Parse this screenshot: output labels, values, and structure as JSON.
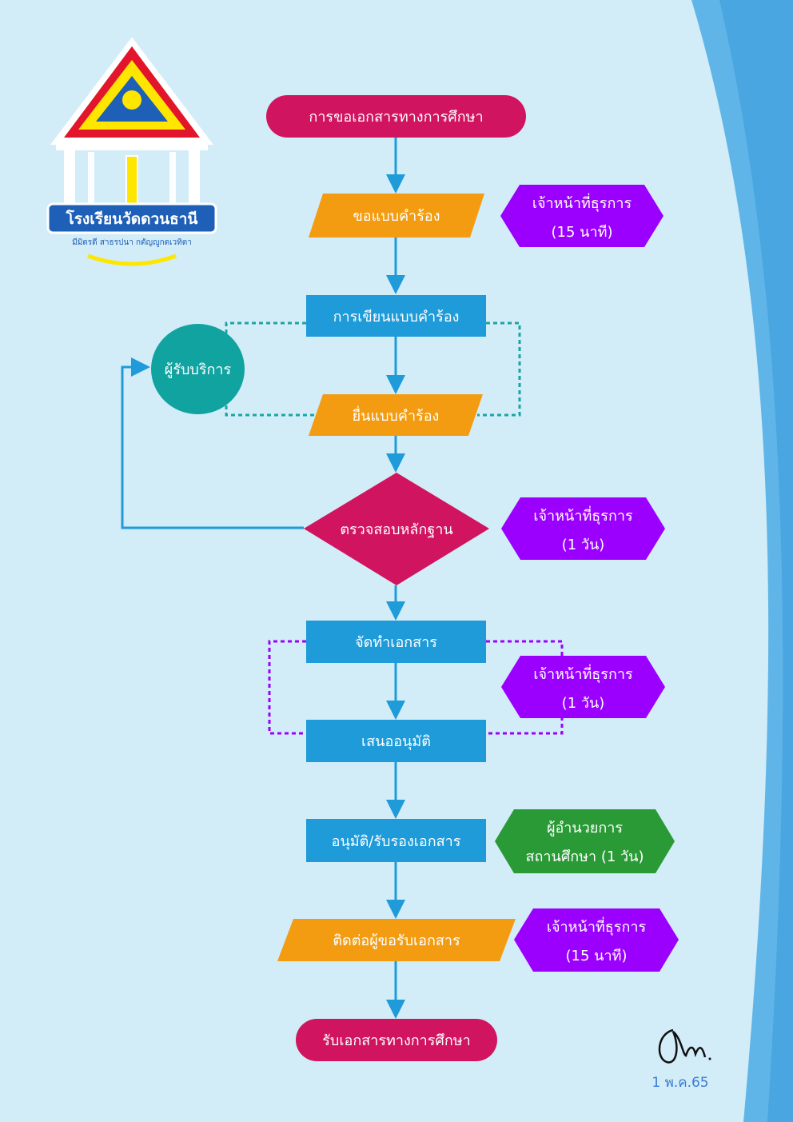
{
  "logo": {
    "name_th": "โรงเรียนวัดดวนธานี",
    "motto_th": "มีมิตรดี สาธรปนา กตัญญูกตเวทิตา"
  },
  "flow": {
    "start": "การขอเอกสารทางการศึกษา",
    "step1": "ขอแบบคำร้อง",
    "step2": "การเขียนแบบคำร้อง",
    "step3": "ยื่นแบบคำร้อง",
    "decision": "ตรวจสอบหลักฐาน",
    "step4": "จัดทำเอกสาร",
    "step5": "เสนออนุมัติ",
    "step6": "อนุมัติ/รับรองเอกสาร",
    "step7": "ติดต่อผู้ขอรับเอกสาร",
    "end": "รับเอกสารทางการศึกษา",
    "service_user": "ผู้รับบริการ"
  },
  "responsible": {
    "r1": {
      "line1": "เจ้าหน้าที่ธุรการ",
      "line2": "(15 นาที)"
    },
    "r2": {
      "line1": "เจ้าหน้าที่ธุรการ",
      "line2": "(1 วัน)"
    },
    "r3": {
      "line1": "เจ้าหน้าที่ธุรการ",
      "line2": "(1 วัน)"
    },
    "r4": {
      "line1": "ผู้อำนวยการ",
      "line2": "สถานศึกษา (1 วัน)"
    },
    "r5": {
      "line1": "เจ้าหน้าที่ธุรการ",
      "line2": "(15 นาที)"
    }
  },
  "signature": {
    "date": "1 พ.ค.65"
  },
  "colors": {
    "magenta": "#d0145f",
    "orange": "#f39c12",
    "blue": "#1f9bd9",
    "purple": "#9b00ff",
    "green": "#2a9a36",
    "teal": "#10a3a0",
    "arrow": "#1f9bd9"
  }
}
